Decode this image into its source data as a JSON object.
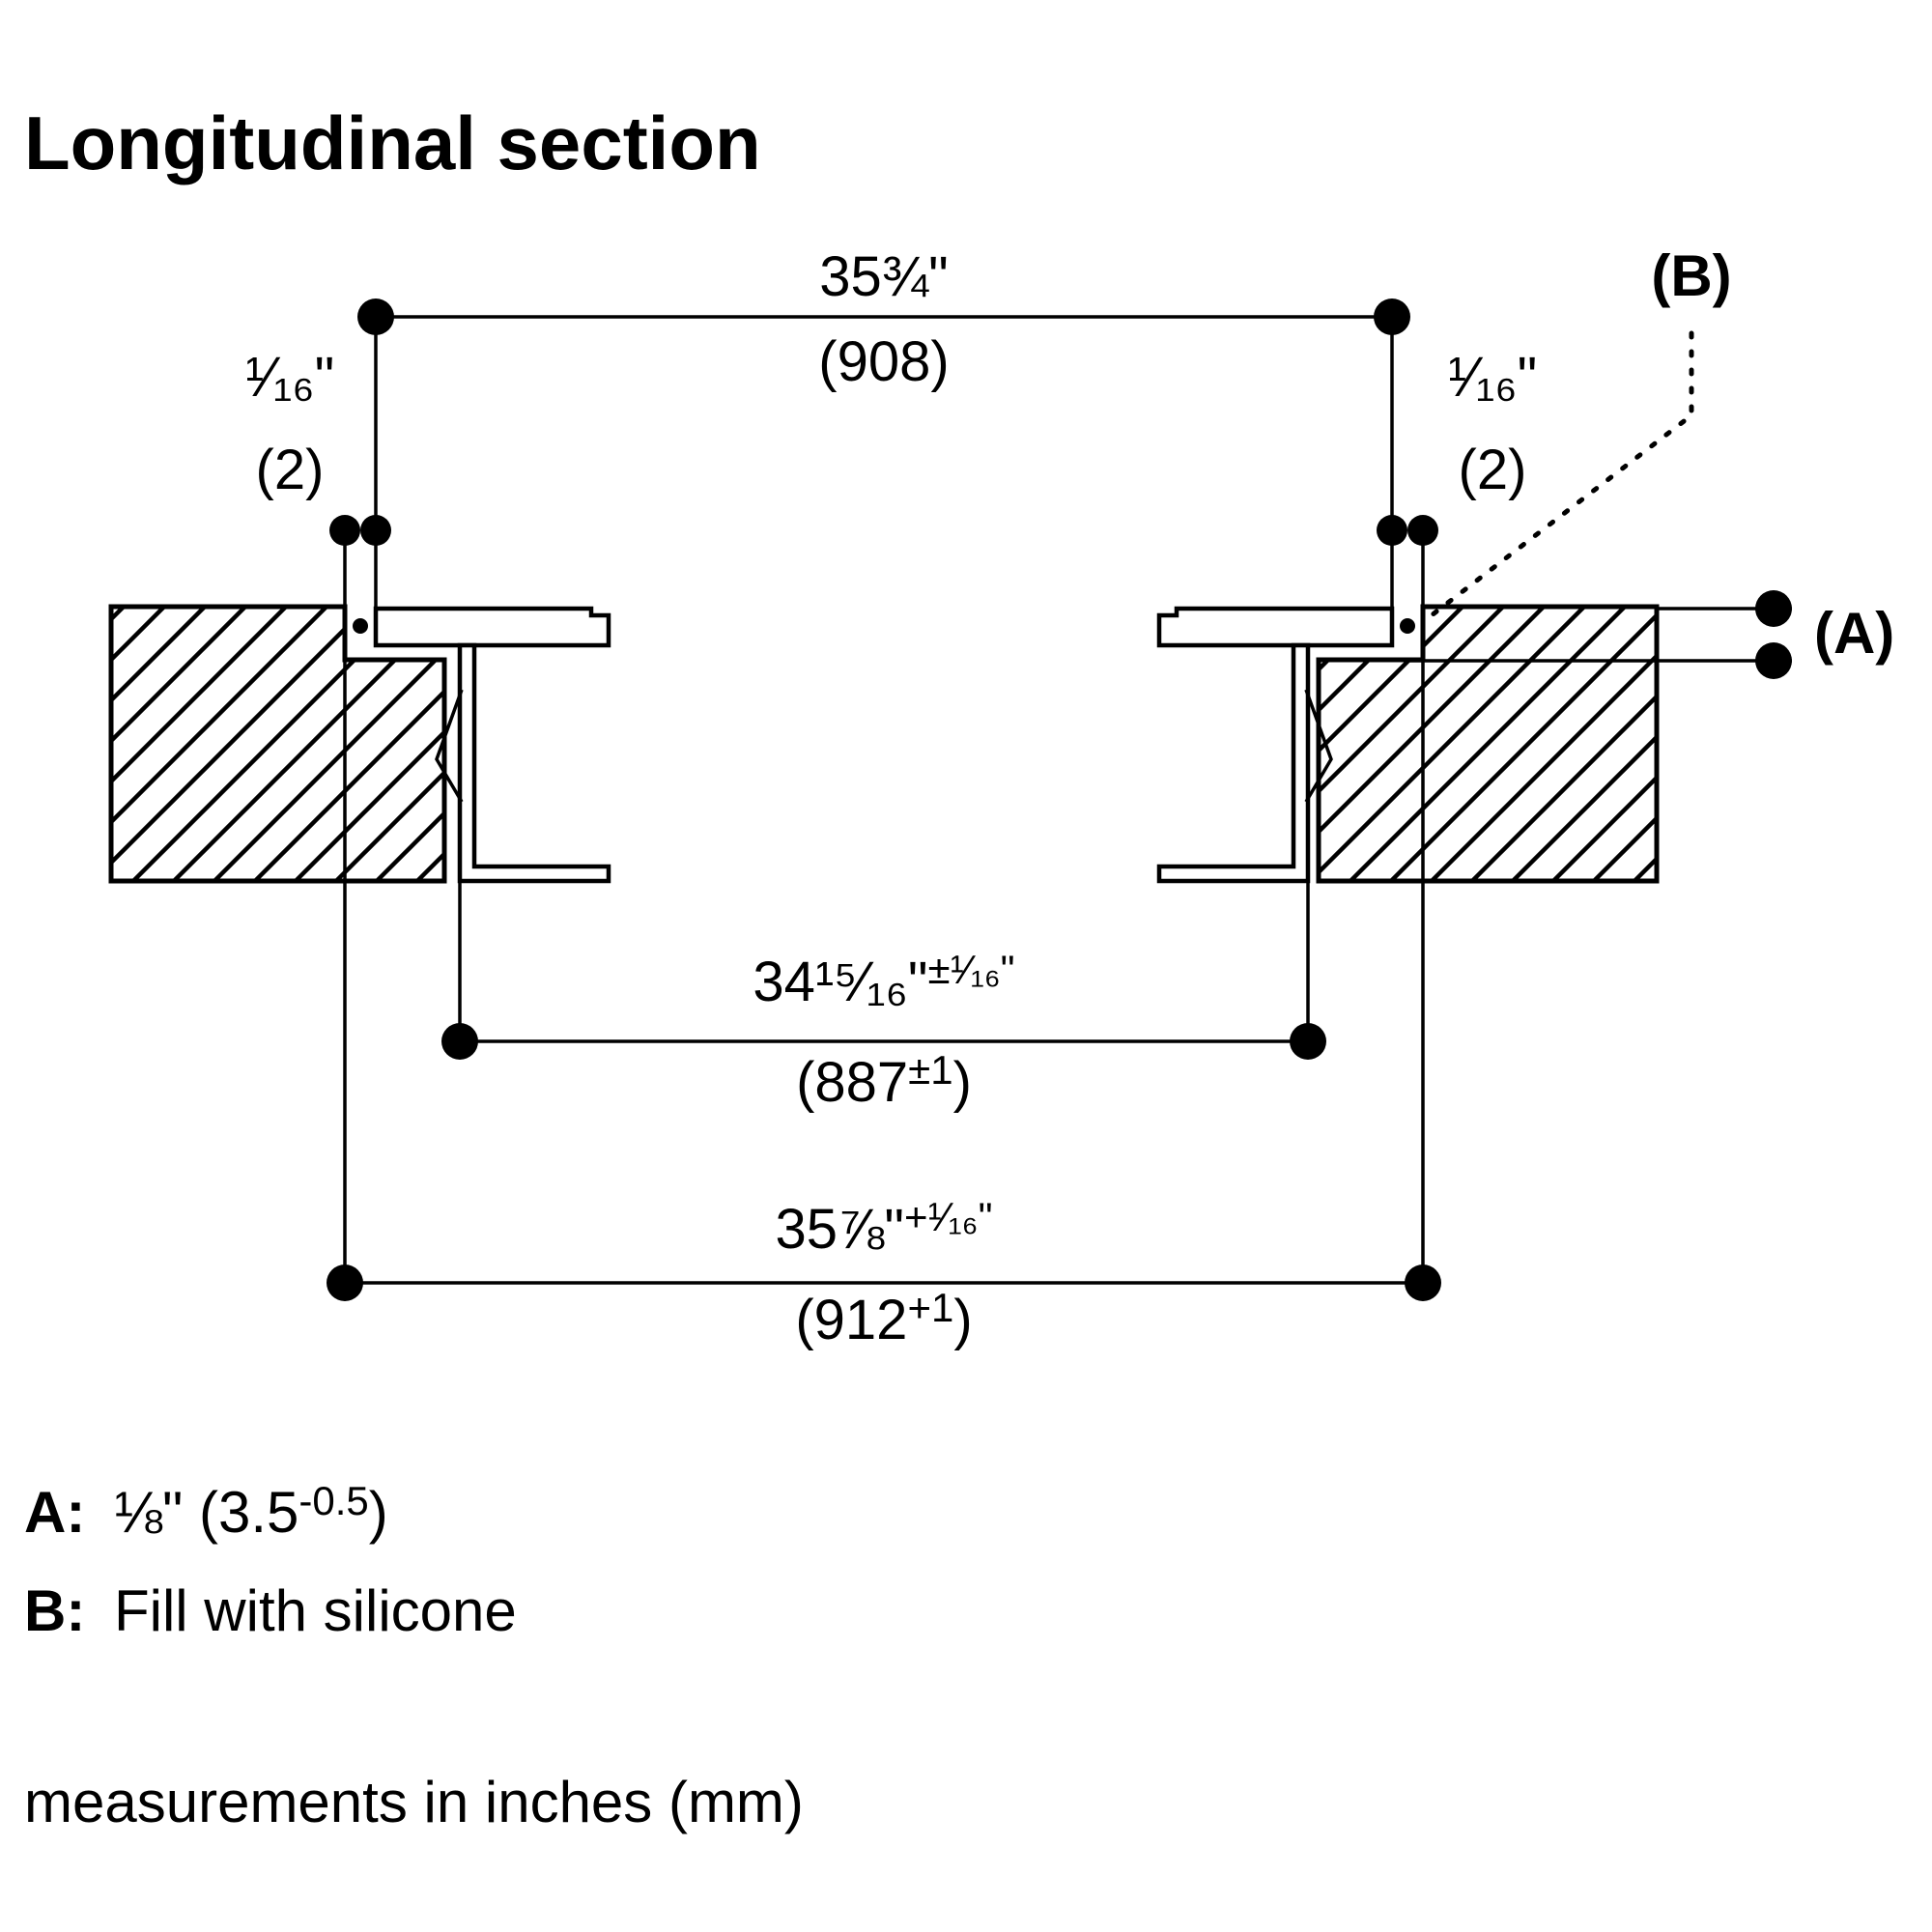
{
  "title": "Longitudinal section",
  "footer_note": "measurements in inches (mm)",
  "annotations": {
    "a_label": "(A)",
    "b_label": "(B)"
  },
  "legend": {
    "a_key": "A:",
    "a_value_base": "⅛\" (3.5",
    "a_value_sup": "-0.5",
    "a_value_close": ")",
    "b_key": "B:",
    "b_value": "Fill with silicone"
  },
  "dimensions": {
    "glass_width_in": "35¾\"",
    "glass_width_mm": "(908)",
    "gap_left_in": "¹⁄₁₆\"",
    "gap_left_mm": "(2)",
    "gap_right_in": "¹⁄₁₆\"",
    "gap_right_mm": "(2)",
    "frame_width_in": "34¹⁵⁄₁₆\"",
    "frame_width_in_tol": "±¹⁄₁₆\"",
    "frame_width_mm": "(887",
    "frame_width_mm_tol": "±1",
    "frame_width_mm_close": ")",
    "cutout_width_in": "35⅞\"",
    "cutout_width_in_tol": "+¹⁄₁₆\"",
    "cutout_width_mm": "(912",
    "cutout_width_mm_tol": "+1",
    "cutout_width_mm_close": ")"
  }
}
